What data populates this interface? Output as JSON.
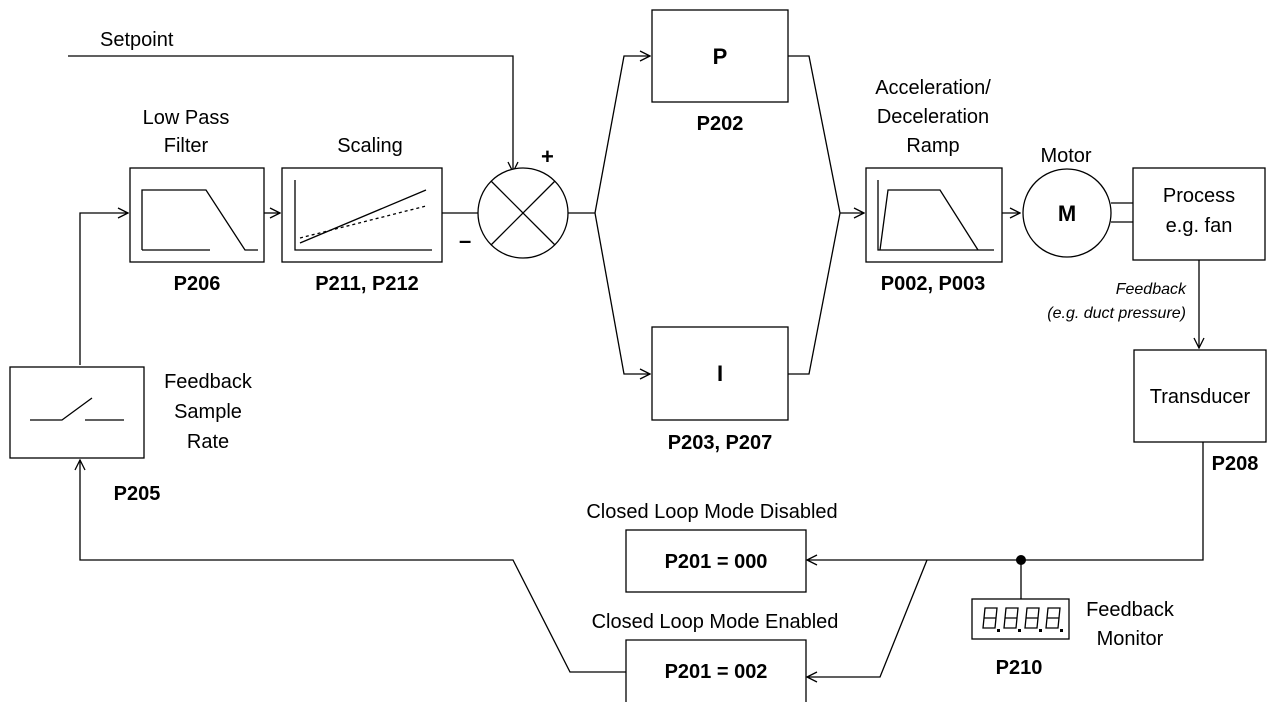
{
  "labels": {
    "setpoint": "Setpoint",
    "low_pass_filter": [
      "Low Pass",
      "Filter"
    ],
    "scaling": "Scaling",
    "accel_decel": [
      "Acceleration/",
      "Deceleration",
      "Ramp"
    ],
    "motor": "Motor",
    "motor_symbol": "M",
    "process": [
      "Process",
      "e.g. fan"
    ],
    "feedback_note": [
      "Feedback",
      "(e.g. duct pressure)"
    ],
    "transducer": "Transducer",
    "feedback_sample_rate": [
      "Feedback",
      "Sample",
      "Rate"
    ],
    "closed_loop_disabled": "Closed Loop Mode Disabled",
    "closed_loop_enabled": "Closed Loop Mode Enabled",
    "feedback_monitor": [
      "Feedback",
      "Monitor"
    ],
    "plus_sign": "+",
    "minus_sign": "–",
    "p_block": "P",
    "i_block": "I"
  },
  "params": {
    "p202": "P202",
    "p203_p207": "P203, P207",
    "p206": "P206",
    "p211_p212": "P211, P212",
    "p002_p003": "P002, P003",
    "p205": "P205",
    "p208": "P208",
    "p210": "P210",
    "p201_disabled": "P201 = 000",
    "p201_enabled": "P201 = 002"
  }
}
